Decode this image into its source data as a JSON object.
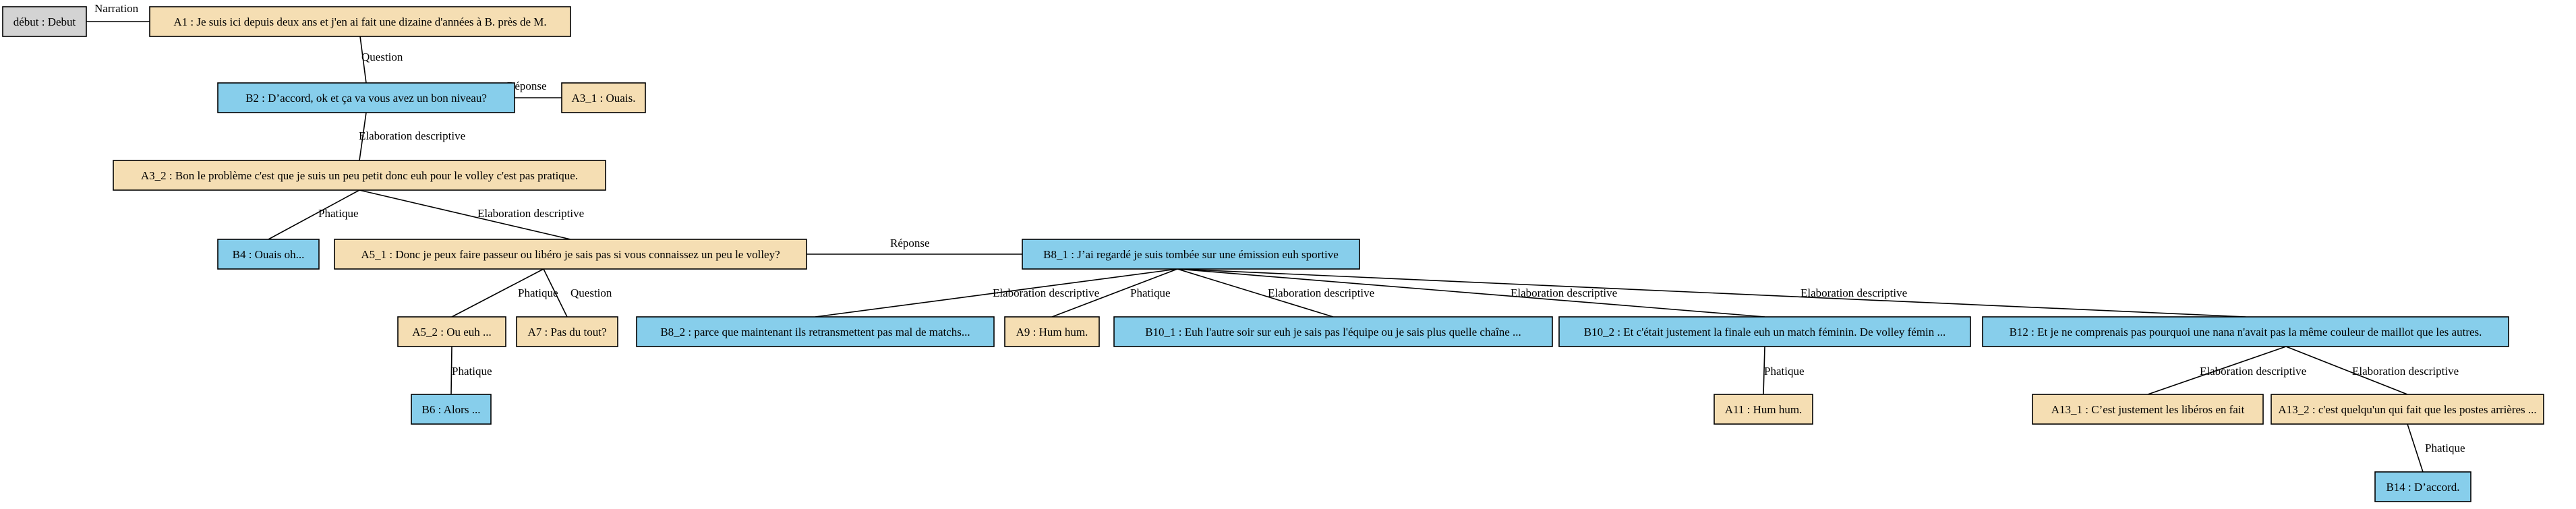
{
  "colors": {
    "start": "#d3d3d3",
    "speaker_a": "#f5deb3",
    "speaker_b": "#87ceeb"
  },
  "nodes": [
    {
      "id": "debut",
      "label": "début : Debut",
      "kind": "start"
    },
    {
      "id": "A1",
      "label": "A1 : Je suis ici depuis deux ans et j'en ai fait une dizaine d'années à B. près de M.",
      "kind": "speaker_a"
    },
    {
      "id": "B2",
      "label": "B2 : D’accord, ok et ça va vous avez un bon niveau?",
      "kind": "speaker_b"
    },
    {
      "id": "A3_1",
      "label": "A3_1 : Ouais.",
      "kind": "speaker_a"
    },
    {
      "id": "A3_2",
      "label": "A3_2 : Bon le problème c'est que je suis un peu petit donc euh pour le volley c'est pas pratique.",
      "kind": "speaker_a"
    },
    {
      "id": "B4",
      "label": "B4 : Ouais oh...",
      "kind": "speaker_b"
    },
    {
      "id": "A5_1",
      "label": "A5_1 : Donc je peux faire passeur ou libéro je sais pas si vous connaissez un peu le volley?",
      "kind": "speaker_a"
    },
    {
      "id": "B8_1",
      "label": "B8_1 : J’ai regardé je suis tombée sur une émission euh sportive",
      "kind": "speaker_b"
    },
    {
      "id": "A5_2",
      "label": "A5_2 : Ou euh ...",
      "kind": "speaker_a"
    },
    {
      "id": "A7",
      "label": "A7 : Pas du tout?",
      "kind": "speaker_a"
    },
    {
      "id": "B6",
      "label": "B6 : Alors ...",
      "kind": "speaker_b"
    },
    {
      "id": "B8_2",
      "label": "B8_2 : parce que maintenant ils retransmettent pas mal de matchs...",
      "kind": "speaker_b"
    },
    {
      "id": "A9",
      "label": "A9 : Hum hum.",
      "kind": "speaker_a"
    },
    {
      "id": "B10_1",
      "label": "B10_1 : Euh l'autre soir sur euh je sais pas l'équipe ou je sais plus quelle chaîne ...",
      "kind": "speaker_b"
    },
    {
      "id": "B10_2",
      "label": "B10_2 : Et c'était justement la finale euh un match féminin. De volley fémin ...",
      "kind": "speaker_b"
    },
    {
      "id": "B12",
      "label": "B12 : Et je ne comprenais pas pourquoi une nana n'avait pas la même couleur de maillot que les autres.",
      "kind": "speaker_b"
    },
    {
      "id": "A11",
      "label": "A11 : Hum hum.",
      "kind": "speaker_a"
    },
    {
      "id": "A13_1",
      "label": "A13_1 : C’est justement les libéros en fait",
      "kind": "speaker_a"
    },
    {
      "id": "A13_2",
      "label": "A13_2 : c'est quelqu'un qui fait que les postes arrières ...",
      "kind": "speaker_a"
    },
    {
      "id": "B14",
      "label": "B14 : D’accord.",
      "kind": "speaker_b"
    }
  ],
  "edges": [
    {
      "from": "debut",
      "to": "A1",
      "label": "Narration"
    },
    {
      "from": "A1",
      "to": "B2",
      "label": "Question"
    },
    {
      "from": "B2",
      "to": "A3_1",
      "label": "Réponse"
    },
    {
      "from": "B2",
      "to": "A3_2",
      "label": "Elaboration descriptive"
    },
    {
      "from": "A3_2",
      "to": "B4",
      "label": "Phatique"
    },
    {
      "from": "A3_2",
      "to": "A5_1",
      "label": "Elaboration descriptive"
    },
    {
      "from": "A5_1",
      "to": "B8_1",
      "label": "Réponse"
    },
    {
      "from": "A5_1",
      "to": "A5_2",
      "label": "Phatique"
    },
    {
      "from": "A5_1",
      "to": "A7",
      "label": "Question"
    },
    {
      "from": "A5_2",
      "to": "B6",
      "label": "Phatique"
    },
    {
      "from": "B8_1",
      "to": "B8_2",
      "label": "Elaboration descriptive"
    },
    {
      "from": "B8_1",
      "to": "A9",
      "label": "Phatique"
    },
    {
      "from": "B8_1",
      "to": "B10_1",
      "label": "Elaboration descriptive"
    },
    {
      "from": "B8_1",
      "to": "B10_2",
      "label": "Elaboration descriptive"
    },
    {
      "from": "B8_1",
      "to": "B12",
      "label": "Elaboration descriptive"
    },
    {
      "from": "B10_2",
      "to": "A11",
      "label": "Phatique"
    },
    {
      "from": "B12",
      "to": "A13_1",
      "label": "Elaboration descriptive"
    },
    {
      "from": "B12",
      "to": "A13_2",
      "label": "Elaboration descriptive"
    },
    {
      "from": "A13_2",
      "to": "B14",
      "label": "Phatique"
    }
  ]
}
